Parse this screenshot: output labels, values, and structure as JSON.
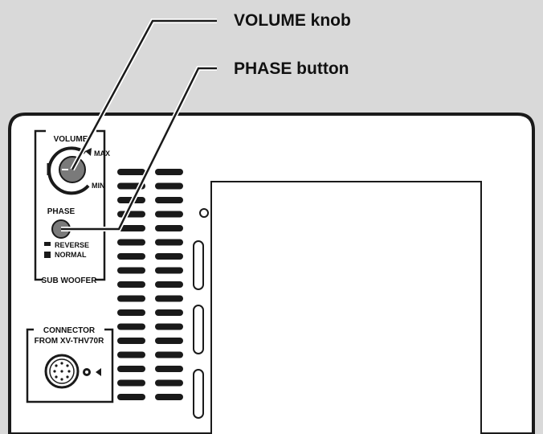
{
  "callouts": {
    "volume_knob": "VOLUME knob",
    "phase_button": "PHASE button"
  },
  "panel": {
    "volume_label": "VOLUME",
    "max_label": "MAX",
    "min_label": "MIN",
    "phase_label": "PHASE",
    "reverse_label": "REVERSE",
    "normal_label": "NORMAL",
    "section_label": "SUB WOOFER",
    "connector_label_line1": "CONNECTOR",
    "connector_label_line2": "FROM XV-THV70R"
  },
  "colors": {
    "background": "#d9d9d9",
    "panel": "#ffffff",
    "outline": "#1a1a1a",
    "knob": "#7a7a7a"
  }
}
